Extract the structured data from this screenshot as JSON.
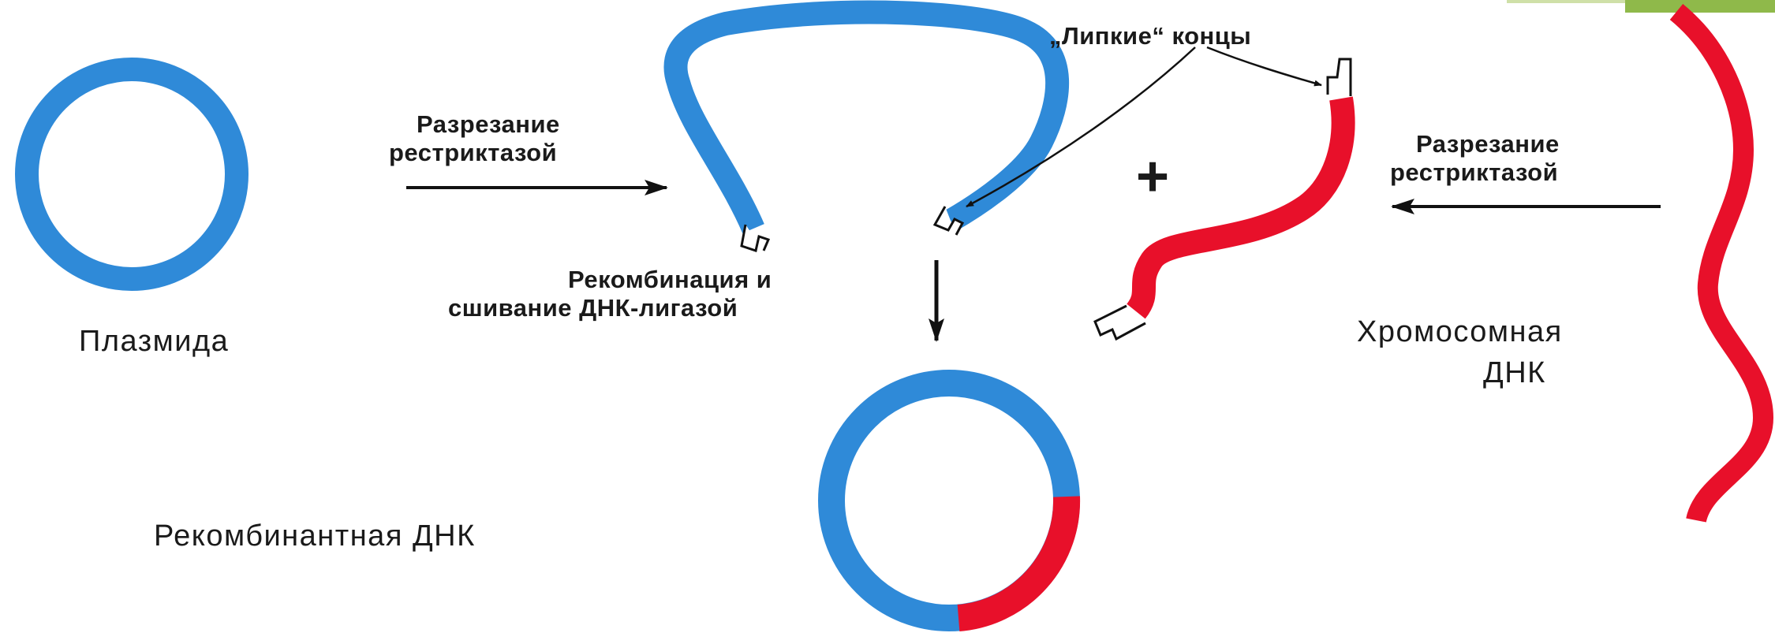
{
  "labels": {
    "plasmid": "Плазмида",
    "cut_left_line1": "Разрезание",
    "cut_left_line2": "рестриктазой",
    "sticky_ends": "„Липкие“ концы",
    "cut_right_line1": "Разрезание",
    "cut_right_line2": "рестриктазой",
    "recomb_line1": "Рекомбинация и",
    "recomb_line2": "сшивание ДНК-лигазой",
    "chromosomal_line1": "Хромосомная",
    "chromosomal_line2": "ДНК",
    "recombinant": "Рекомбинантная ДНК",
    "plus": "+"
  },
  "colors": {
    "plasmid_dna": "#2f8ad8",
    "chromosomal_dna": "#e8102a",
    "arrow": "#111111",
    "corner_accent": "#8fb94a"
  },
  "icons": {
    "arrow": "right-arrow-icon",
    "sticky_end": "sticky-end-icon"
  }
}
